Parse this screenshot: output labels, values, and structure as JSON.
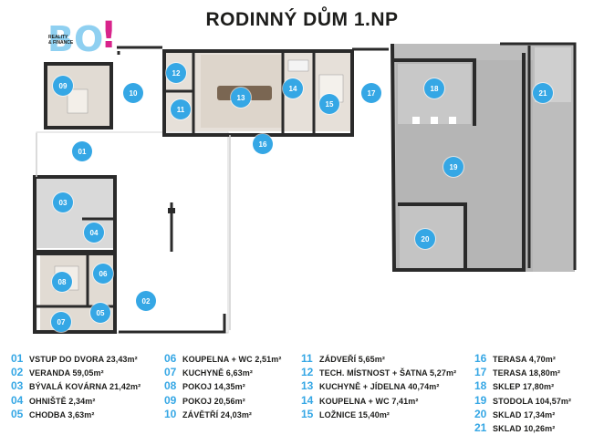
{
  "title": "RODINNÝ DŮM 1.NP",
  "logo": {
    "text": "BO",
    "mark": "!",
    "tagline_line1": "REALITY",
    "tagline_line2": "& FINANCE"
  },
  "colors": {
    "accent": "#35a7e5",
    "wall": "#2a2a2a",
    "floor_grey": "#bdbdbd",
    "floor_room": "#ddd7d0"
  },
  "rooms": [
    {
      "num": "01",
      "label": "VSTUP DO DVORA 23,43m²"
    },
    {
      "num": "02",
      "label": "VERANDA 59,05m²"
    },
    {
      "num": "03",
      "label": "BÝVALÁ KOVÁRNA 21,42m²"
    },
    {
      "num": "04",
      "label": "OHNIŠTĚ 2,34m²"
    },
    {
      "num": "05",
      "label": "CHODBA 3,63m²"
    },
    {
      "num": "06",
      "label": "KOUPELNA + WC 2,51m²"
    },
    {
      "num": "07",
      "label": "KUCHYNĚ 6,63m²"
    },
    {
      "num": "08",
      "label": "POKOJ 14,35m²"
    },
    {
      "num": "09",
      "label": "POKOJ 20,56m²"
    },
    {
      "num": "10",
      "label": "ZÁVĚTŘÍ 24,03m²"
    },
    {
      "num": "11",
      "label": "ZÁDVEŘÍ 5,65m²"
    },
    {
      "num": "12",
      "label": "TECH. MÍSTNOST + ŠATNA 5,27m²"
    },
    {
      "num": "13",
      "label": "KUCHYNĚ + JÍDELNA 40,74m²"
    },
    {
      "num": "14",
      "label": "KOUPELNA + WC 7,41m²"
    },
    {
      "num": "15",
      "label": "LOŽNICE 15,40m²"
    },
    {
      "num": "16",
      "label": "TERASA 4,70m²"
    },
    {
      "num": "17",
      "label": "TERASA 18,80m²"
    },
    {
      "num": "18",
      "label": "SKLEP 17,80m²"
    },
    {
      "num": "19",
      "label": "STODOLA 104,57m²"
    },
    {
      "num": "20",
      "label": "SKLAD 17,34m²"
    },
    {
      "num": "21",
      "label": "SKLAD 10,26m²"
    }
  ],
  "badges": {
    "b01": "01",
    "b02": "02",
    "b03": "03",
    "b04": "04",
    "b05": "05",
    "b06": "06",
    "b07": "07",
    "b08": "08",
    "b09": "09",
    "b10": "10",
    "b11": "11",
    "b12": "12",
    "b13": "13",
    "b14": "14",
    "b15": "15",
    "b16": "16",
    "b17": "17",
    "b18": "18",
    "b19": "19",
    "b20": "20",
    "b21": "21"
  }
}
